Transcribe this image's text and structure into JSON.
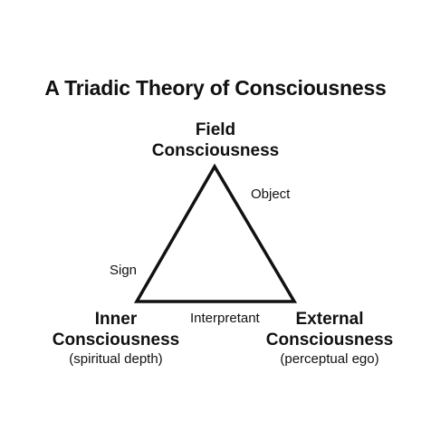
{
  "title": "A Triadic Theory of Consciousness",
  "nodes": {
    "top": {
      "lines": [
        "Field",
        "Consciousness"
      ],
      "subtitle": ""
    },
    "left": {
      "lines": [
        "Inner",
        "Consciousness"
      ],
      "subtitle": "(spiritual depth)"
    },
    "right": {
      "lines": [
        "External",
        "Consciousness"
      ],
      "subtitle": "(perceptual ego)"
    }
  },
  "edges": {
    "right": "Object",
    "left": "Sign",
    "bottom": "Interpretant"
  },
  "colors": {
    "line": "#111111",
    "text": "#111111",
    "background": "#ffffff"
  }
}
